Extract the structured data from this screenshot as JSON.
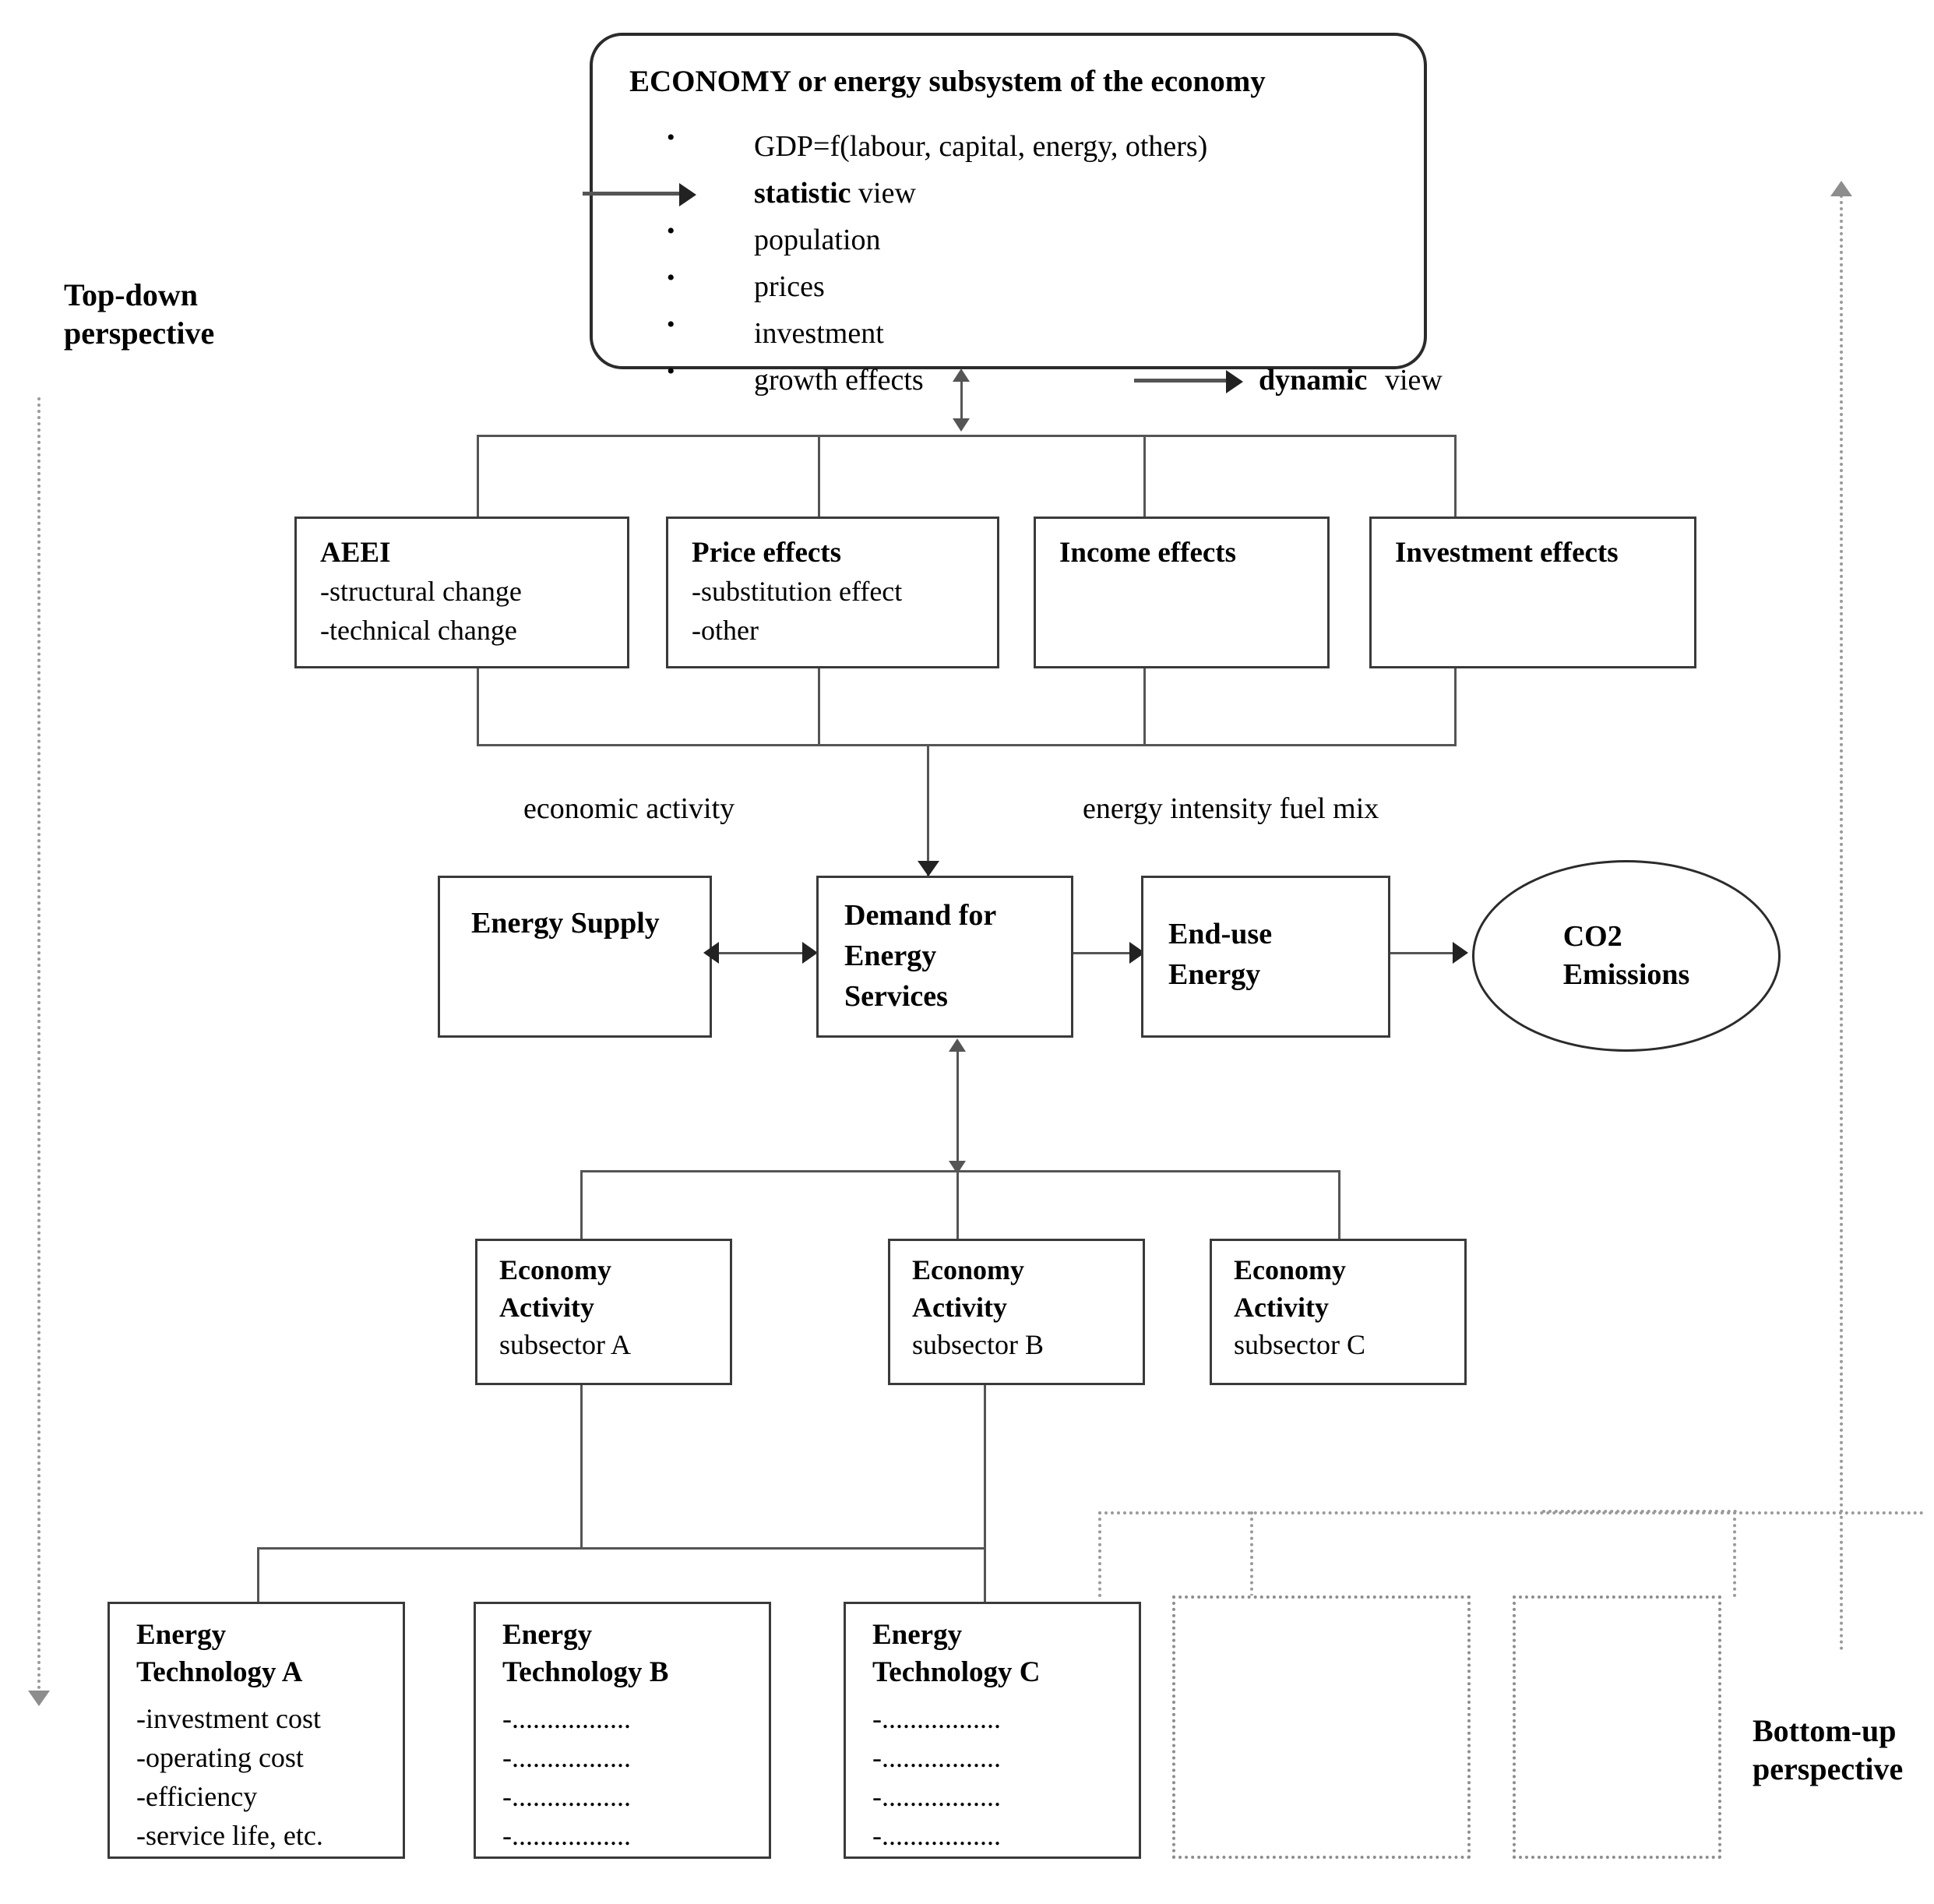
{
  "diagram": {
    "title_note": "Top-down and bottom-up energy-economy modelling framework",
    "perspectives": {
      "top_down": "Top-down\nperspective",
      "bottom_up": "Bottom-up\nperspective"
    },
    "economy_box": {
      "heading": "ECONOMY or energy subsystem of the economy",
      "items": [
        {
          "bullet": true,
          "text": "GDP=f(labour, capital, energy, others)"
        },
        {
          "bullet": false,
          "text": "statistic view",
          "bold_prefix": "statistic",
          "rest": " view",
          "arrow": true
        },
        {
          "bullet": true,
          "text": "population"
        },
        {
          "bullet": true,
          "text": "prices"
        },
        {
          "bullet": true,
          "text": "investment"
        },
        {
          "bullet": true,
          "text": "growth effects",
          "tail_arrow": true,
          "tail_bold": "dynamic",
          "tail_rest": " view"
        }
      ]
    },
    "effects_row": [
      {
        "title": "AEEI",
        "lines": [
          "-structural change",
          "-technical change"
        ]
      },
      {
        "title": "Price effects",
        "lines": [
          "-substitution effect",
          "-other"
        ]
      },
      {
        "title": "Income effects",
        "lines": []
      },
      {
        "title": "Investment effects",
        "lines": []
      }
    ],
    "mid_labels": {
      "left": "economic activity",
      "right": "energy intensity fuel mix"
    },
    "energy_row": {
      "supply": "Energy Supply",
      "demand": [
        "Demand for",
        "Energy",
        "Services"
      ],
      "enduse": [
        "End-use",
        "Energy"
      ],
      "emissions": [
        "CO2",
        "Emissions"
      ]
    },
    "subsectors": [
      {
        "l1": "Economy",
        "l2": "Activity",
        "l3": "subsector A"
      },
      {
        "l1": "Economy",
        "l2": "Activity",
        "l3": "subsector B"
      },
      {
        "l1": "Economy",
        "l2": "Activity",
        "l3": "subsector C"
      }
    ],
    "technologies": [
      {
        "l1": "Energy",
        "l2": "Technology A",
        "lines": [
          "-investment cost",
          "-operating cost",
          "-efficiency",
          "-service life, etc."
        ]
      },
      {
        "l1": "Energy",
        "l2": "Technology B",
        "lines": [
          "-.................",
          "-.................",
          "-.................",
          "-................."
        ]
      },
      {
        "l1": "Energy",
        "l2": "Technology C",
        "lines": [
          "-.................",
          "-.................",
          "-.................",
          "-................."
        ]
      }
    ],
    "placeholder_boxes": [
      {
        "name": "dotted-placeholder-1"
      },
      {
        "name": "dotted-placeholder-2"
      }
    ],
    "colors": {
      "line": "#555555",
      "box_border": "#3a3a3a",
      "dotted": "#8d8d8d",
      "text": "#111111"
    }
  }
}
